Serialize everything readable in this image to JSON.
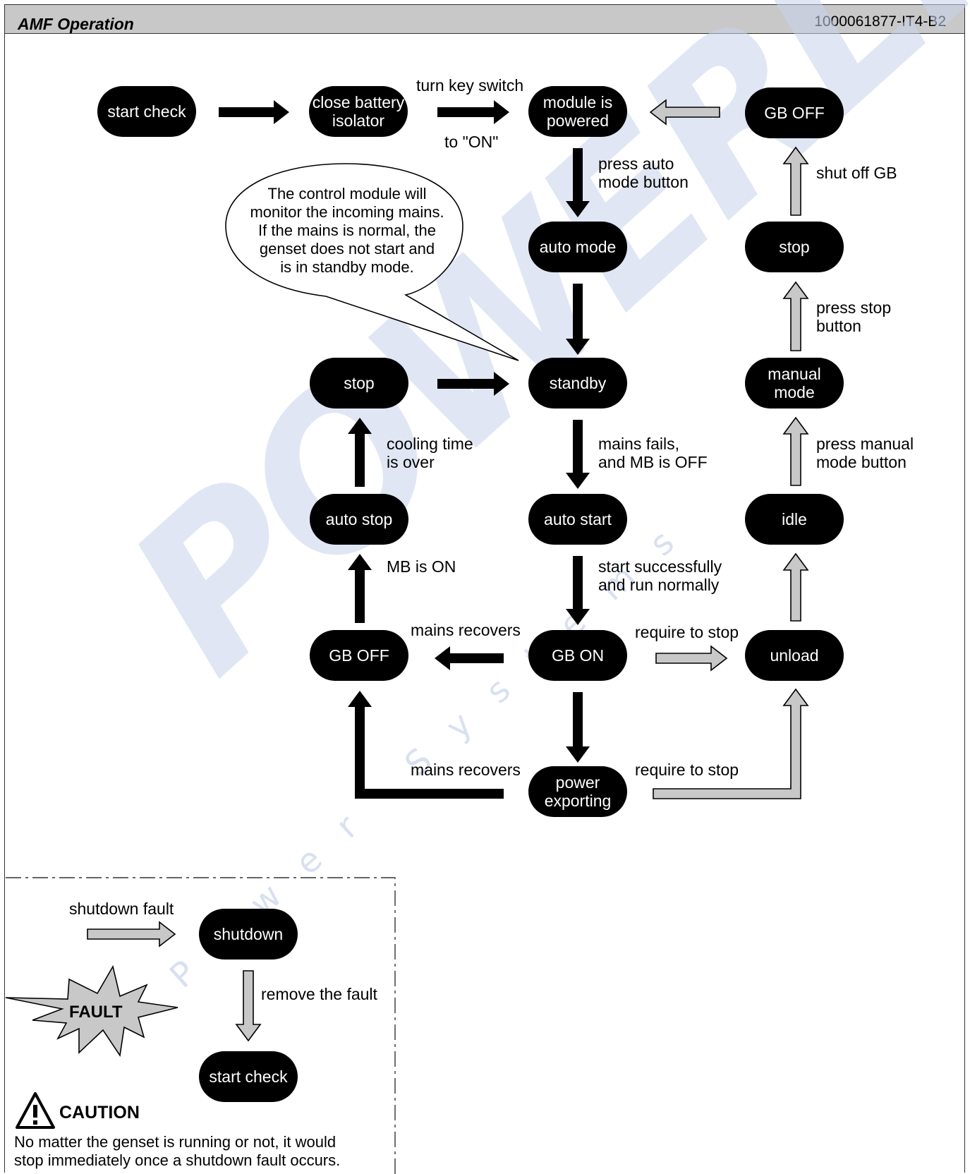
{
  "header": {
    "title": "AMF Operation",
    "code": "1000061877-IT4-B2"
  },
  "nodes": {
    "start_check": "start check",
    "close_battery": "close battery\nisolator",
    "module_powered": "module is\npowered",
    "gb_off_top": "GB OFF",
    "auto_mode": "auto mode",
    "stop_right": "stop",
    "stop_left": "stop",
    "standby": "standby",
    "manual_mode": "manual\nmode",
    "auto_stop": "auto stop",
    "auto_start": "auto start",
    "idle": "idle",
    "gb_off_left": "GB OFF",
    "gb_on": "GB ON",
    "unload": "unload",
    "power_exporting": "power\nexporting",
    "shutdown": "shutdown",
    "start_check_fault": "start check"
  },
  "labels": {
    "turn_key": "turn key switch",
    "to_on": "to \"ON\"",
    "press_auto": "press auto\nmode button",
    "shut_off_gb": "shut off GB",
    "press_stop": "press stop\nbutton",
    "cooling": "cooling time\nis over",
    "mains_fails": "mains fails,\nand MB is OFF",
    "press_manual": "press manual\nmode button",
    "mb_on": "MB is ON",
    "start_success": "start successfully\nand run normally",
    "mains_recovers_1": "mains recovers",
    "require_stop_1": "require to stop",
    "mains_recovers_2": "mains recovers",
    "require_stop_2": "require to stop",
    "shutdown_fault": "shutdown fault",
    "remove_fault": "remove the fault"
  },
  "bubble": "The control module will\nmonitor the incoming mains.\nIf the mains is normal, the\ngenset does not start and\nis in standby mode.",
  "fault_badge": "FAULT",
  "caution": {
    "title": "CAUTION",
    "text": "No matter the genset is running or not, it would\nstop immediately once a shutdown fault occurs."
  },
  "watermark": {
    "brand": "POWERLINK",
    "sub": "Power Systems"
  },
  "colors": {
    "header_bg": "#c8c8c8",
    "pill_bg": "#000000",
    "arrow_black": "#000000",
    "arrow_gray": "#c8c8c8",
    "watermark": "#c9d3ec"
  }
}
